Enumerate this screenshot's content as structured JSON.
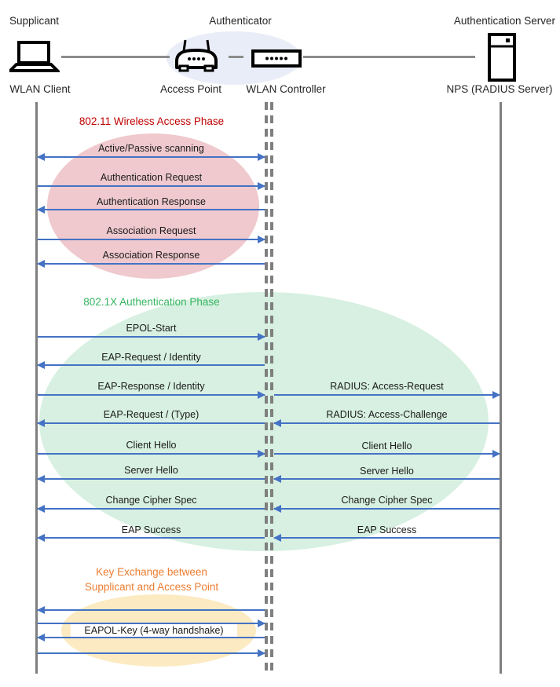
{
  "actors": {
    "roles": [
      "Supplicant",
      "Authenticator",
      "Authentication Server"
    ],
    "devices": [
      "WLAN Client",
      "Access Point",
      "WLAN Controller",
      "NPS (RADIUS Server)"
    ]
  },
  "phase1": {
    "title": "802.11 Wireless Access Phase",
    "title_color": "#c00000",
    "ellipse_color": "#efc9cd",
    "messages": [
      "Active/Passive scanning",
      "Authentication Request",
      "Authentication Response",
      "Association Request",
      "Association Response"
    ]
  },
  "phase2": {
    "title": "802.1X Authentication Phase",
    "title_color": "#35b55f",
    "ellipse_color": "#d7f0e1",
    "left": [
      "EPOL-Start",
      "EAP-Request / Identity",
      "EAP-Response / Identity",
      "EAP-Request / (Type)",
      "Client Hello",
      "Server Hello",
      "Change Cipher Spec",
      "EAP Success"
    ],
    "right": [
      "RADIUS: Access-Request",
      "RADIUS: Access-Challenge",
      "Client Hello",
      "Server Hello",
      "Change Cipher Spec",
      "EAP Success"
    ]
  },
  "phase3": {
    "title_line1": "Key Exchange between",
    "title_line2": "Supplicant and Access Point",
    "title_color": "#ed7d31",
    "ellipse_color": "#fcebc2",
    "message": "EAPOL-Key (4-way handshake)"
  },
  "palette": {
    "arrow_blue": "#4472c4",
    "lifeline_gray": "#7f7f7f",
    "authenticator_ellipse": "#e9edf7",
    "icon_black": "#000000"
  }
}
